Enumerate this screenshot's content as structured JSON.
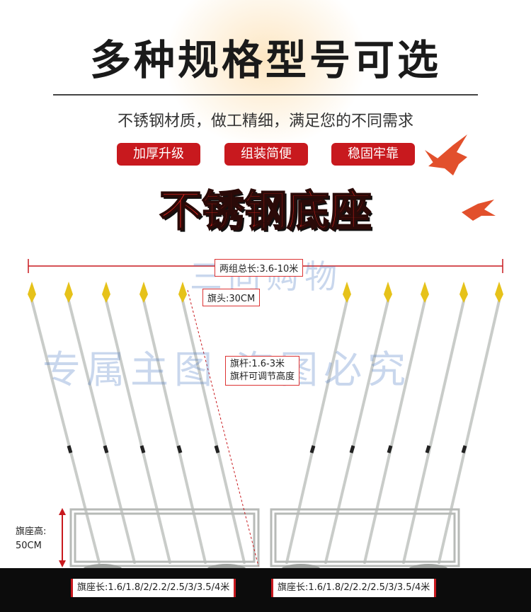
{
  "title": "多种规格型号可选",
  "subtitle": "不锈钢材质，做工精细，满足您的不同需求",
  "tags": [
    "加厚升级",
    "组装简便",
    "稳固牢靠"
  ],
  "headline": "不锈钢底座",
  "dimensions": {
    "total_length": "两组总长:3.6-10米",
    "flag_head": "旗头:30CM",
    "pole_line1": "旗杆:1.6-3米",
    "pole_line2": "旗杆可调节高度",
    "base_height_line1": "旗座高:",
    "base_height_line2": "50CM",
    "base_length_left": "旗座长:1.6/1.8/2/2.2/2.5/3/3.5/4米",
    "base_length_right": "旗座长:1.6/1.8/2/2.2/2.5/3/3.5/4米"
  },
  "watermarks": {
    "center": "三同购物",
    "wide": "专属主图  盗图必究"
  },
  "colors": {
    "accent_red": "#c8191e",
    "headline_red": "#e0241f",
    "pole_silver": "#c9ccc9",
    "flag_tip_gold": "#e6c21a",
    "bird_orange": "#e2502c"
  }
}
